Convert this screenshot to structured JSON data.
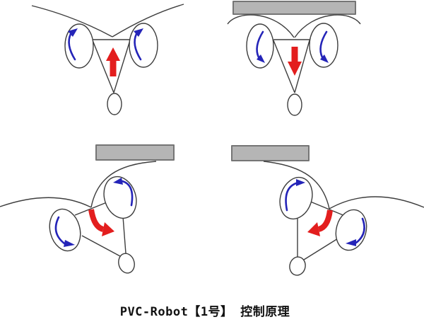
{
  "caption": "PVC-Robot【1号】 控制原理",
  "colors": {
    "background": "#ffffff",
    "line": "#3d3d3d",
    "bar_fill": "#b5b5b5",
    "bar_stroke": "#757575",
    "rotation_arrow_blue": "#2424b8",
    "force_arrow_red": "#e31e1e"
  },
  "diagram": {
    "type": "robot-control-principle",
    "panels": [
      {
        "id": "top-left",
        "obstacle_bar": false,
        "left_wheel_rotation": "clockwise",
        "right_wheel_rotation": "clockwise",
        "force_arrow": "up"
      },
      {
        "id": "top-right",
        "obstacle_bar": true,
        "left_wheel_rotation": "counterclockwise",
        "right_wheel_rotation": "counterclockwise",
        "force_arrow": "down"
      },
      {
        "id": "bottom-left",
        "obstacle_bar": true,
        "upper_wheel_rotation": "counterclockwise",
        "lower_wheel_rotation": "counterclockwise",
        "force_arrow": "curl-clockwise"
      },
      {
        "id": "bottom-right",
        "obstacle_bar": true,
        "upper_wheel_rotation": "clockwise",
        "lower_wheel_rotation": "clockwise",
        "force_arrow": "curl-counterclockwise"
      }
    ]
  }
}
